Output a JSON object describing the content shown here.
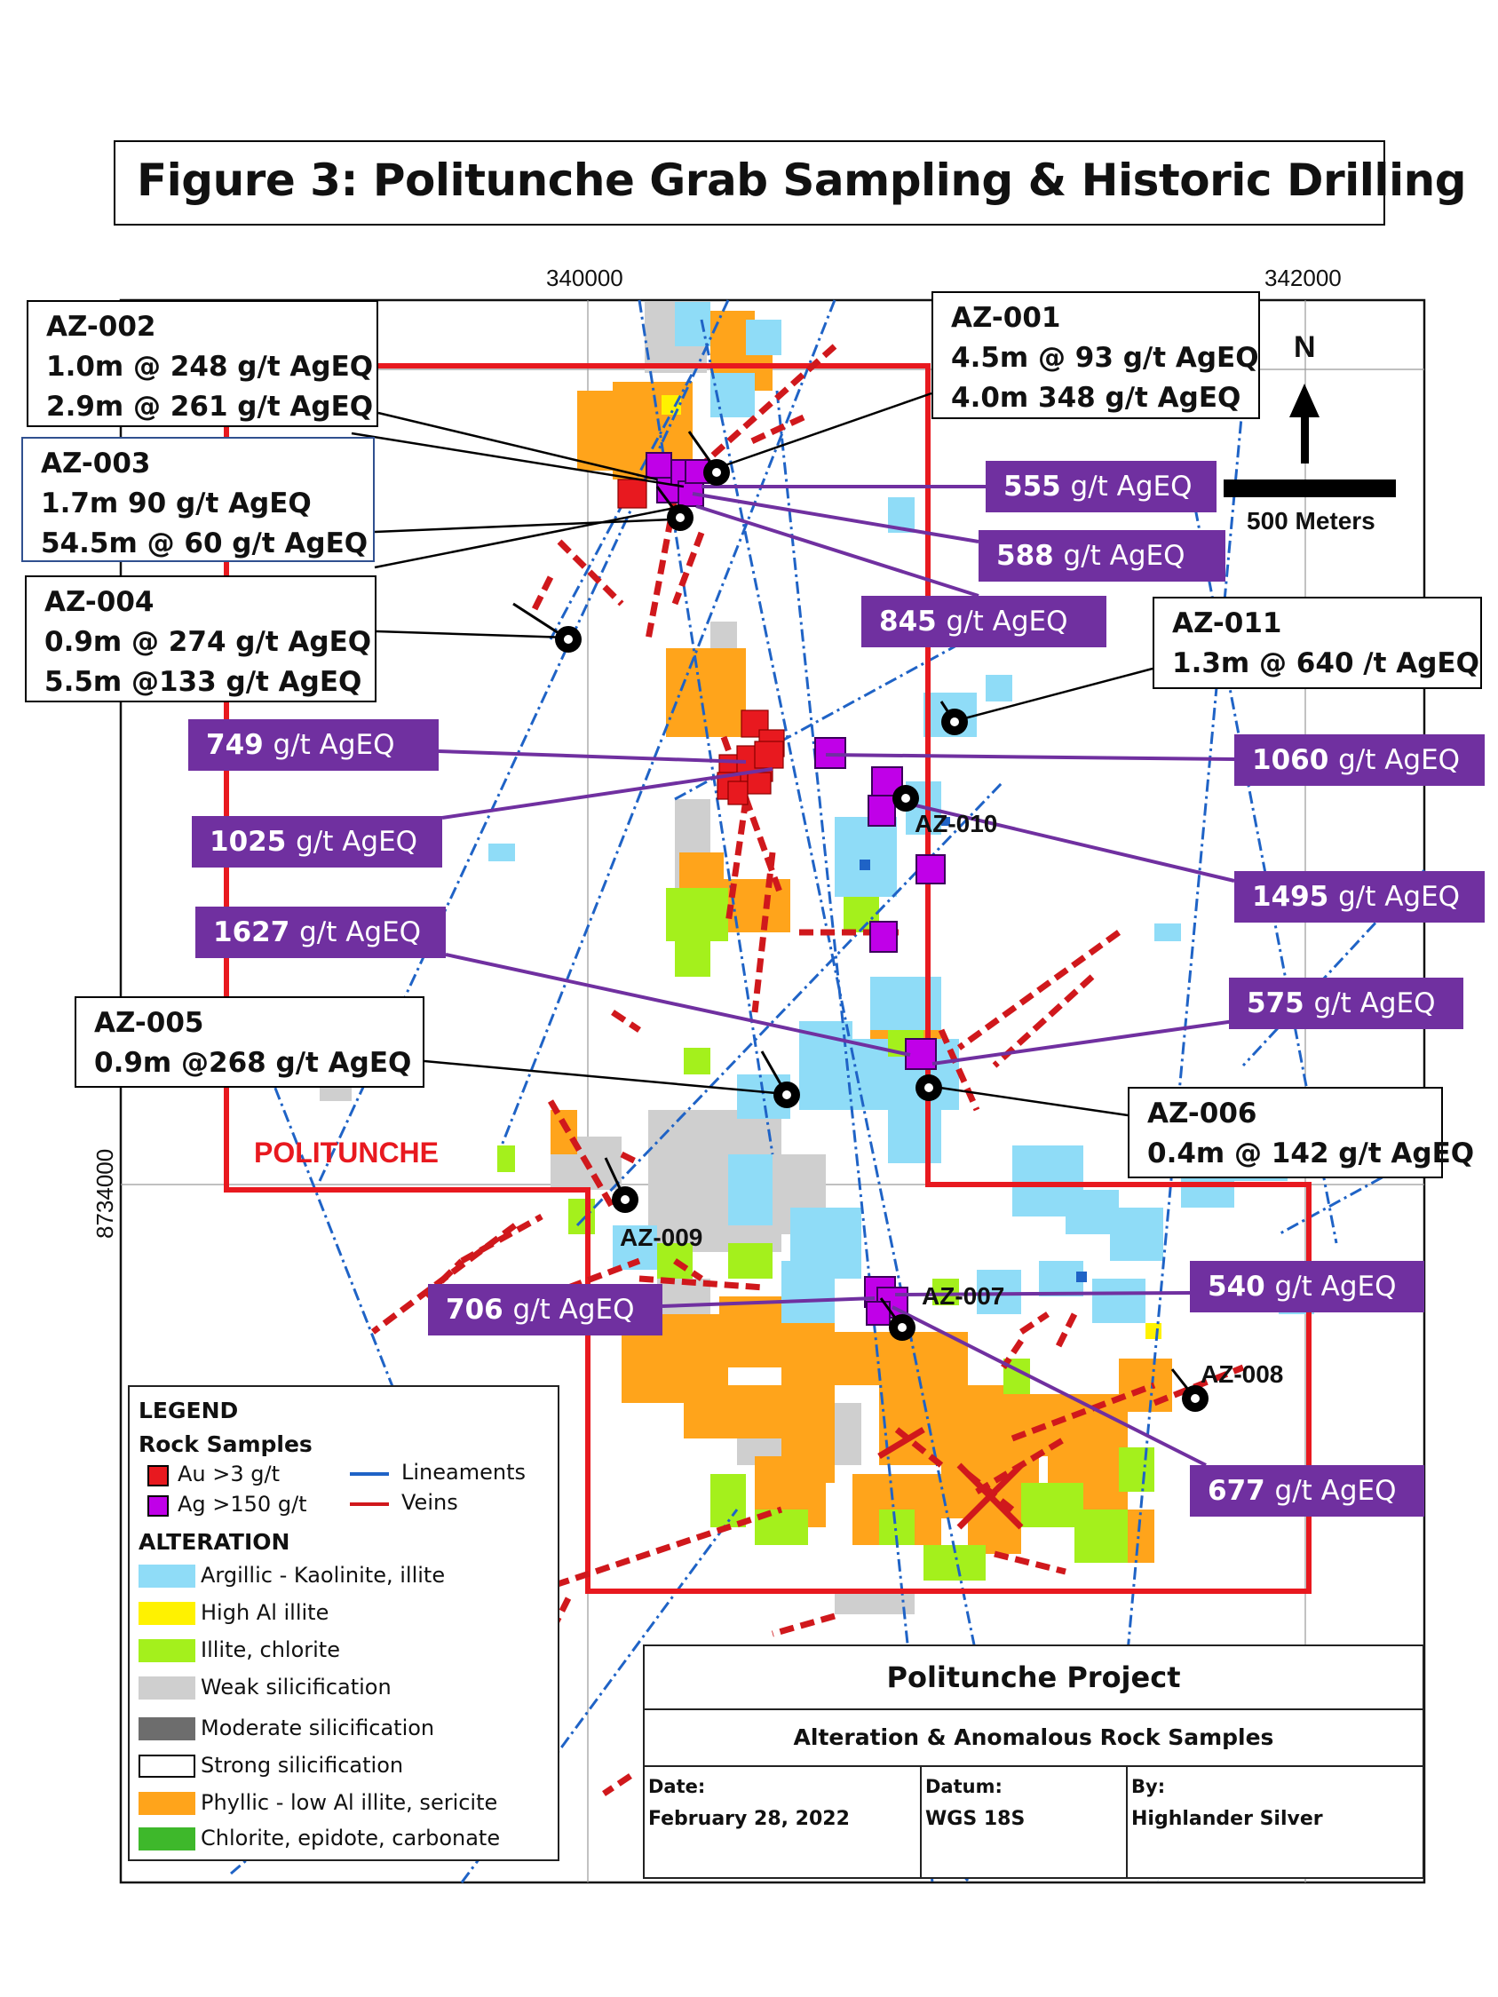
{
  "title": "Figure 3: Politunche Grab Sampling & Historic Drilling",
  "coordinates": {
    "easting_left": "340000",
    "easting_right": "342000",
    "northing": "8734000"
  },
  "north_label": "N",
  "scale_label": "500 Meters",
  "project_area_label": "POLITUNCHE",
  "drill_callouts": {
    "az002": {
      "hole": "AZ-002",
      "lines": [
        "1.0m @ 248 g/t AgEQ",
        "2.9m @ 261 g/t AgEQ"
      ]
    },
    "az001": {
      "hole": "AZ-001",
      "lines": [
        "4.5m @ 93 g/t AgEQ",
        "4.0m 348 g/t AgEQ"
      ]
    },
    "az003": {
      "hole": "AZ-003",
      "lines": [
        "1.7m 90 g/t AgEQ",
        "54.5m @ 60 g/t AgEQ"
      ]
    },
    "az004": {
      "hole": "AZ-004",
      "lines": [
        "0.9m @ 274 g/t AgEQ",
        "5.5m @133 g/t AgEQ"
      ]
    },
    "az011": {
      "hole": "AZ-011",
      "lines": [
        "1.3m @ 640 /t AgEQ"
      ]
    },
    "az005": {
      "hole": "AZ-005",
      "lines": [
        "0.9m @268 g/t AgEQ"
      ]
    },
    "az006": {
      "hole": "AZ-006",
      "lines": [
        "0.4m @ 142 g/t AgEQ"
      ]
    }
  },
  "hole_labels": {
    "az010": "AZ-010",
    "az009": "AZ-009",
    "az007": "AZ-007",
    "az008": "AZ-008"
  },
  "samples": {
    "s555": {
      "value": "555",
      "unit": "g/t AgEQ"
    },
    "s588": {
      "value": "588",
      "unit": "g/t AgEQ"
    },
    "s845": {
      "value": "845",
      "unit": "g/t AgEQ"
    },
    "s749": {
      "value": "749",
      "unit": "g/t AgEQ"
    },
    "s1060": {
      "value": "1060",
      "unit": "g/t AgEQ"
    },
    "s1025": {
      "value": "1025",
      "unit": "g/t AgEQ"
    },
    "s1495": {
      "value": "1495",
      "unit": "g/t AgEQ"
    },
    "s1627": {
      "value": "1627",
      "unit": "g/t AgEQ"
    },
    "s575": {
      "value": "575",
      "unit": "g/t AgEQ"
    },
    "s706": {
      "value": "706",
      "unit": "g/t AgEQ"
    },
    "s540": {
      "value": "540",
      "unit": "g/t AgEQ"
    },
    "s677": {
      "value": "677",
      "unit": "g/t AgEQ"
    }
  },
  "legend": {
    "title": "LEGEND",
    "rock_samples_heading": "Rock Samples",
    "au": "Au >3 g/t",
    "ag": "Ag >150 g/t",
    "lineaments": "Lineaments",
    "veins": "Veins",
    "alteration_heading": "ALTERATION",
    "alteration": [
      {
        "label": "Argillic - Kaolinite, illite",
        "color": "#8fdcf7"
      },
      {
        "label": "High Al illite",
        "color": "#fff200"
      },
      {
        "label": "Illite, chlorite",
        "color": "#a4f01c"
      },
      {
        "label": "Weak silicification",
        "color": "#cfcfcf"
      },
      {
        "label": "Moderate silicification",
        "color": "#6d6d6d"
      },
      {
        "label": "Strong silicification",
        "color": "#ffffff"
      },
      {
        "label": "Phyllic - low Al illite, sericite",
        "color": "#ffa41b"
      },
      {
        "label": "Chlorite, epidote, carbonate",
        "color": "#3eb82b"
      }
    ]
  },
  "info": {
    "project": "Politunche Project",
    "subtitle": "Alteration & Anomalous Rock Samples",
    "date_label": "Date:",
    "date": "February 28, 2022",
    "datum_label": "Datum:",
    "datum": "WGS 18S",
    "by_label": "By:",
    "by": "Highlander Silver"
  },
  "colors": {
    "sample_box": "#7030a0",
    "ag_marker": "#c000e8",
    "au_marker": "#e8191f",
    "claim_boundary": "#e8191f",
    "lineament": "#1f63c6",
    "vein": "#d0181c"
  }
}
